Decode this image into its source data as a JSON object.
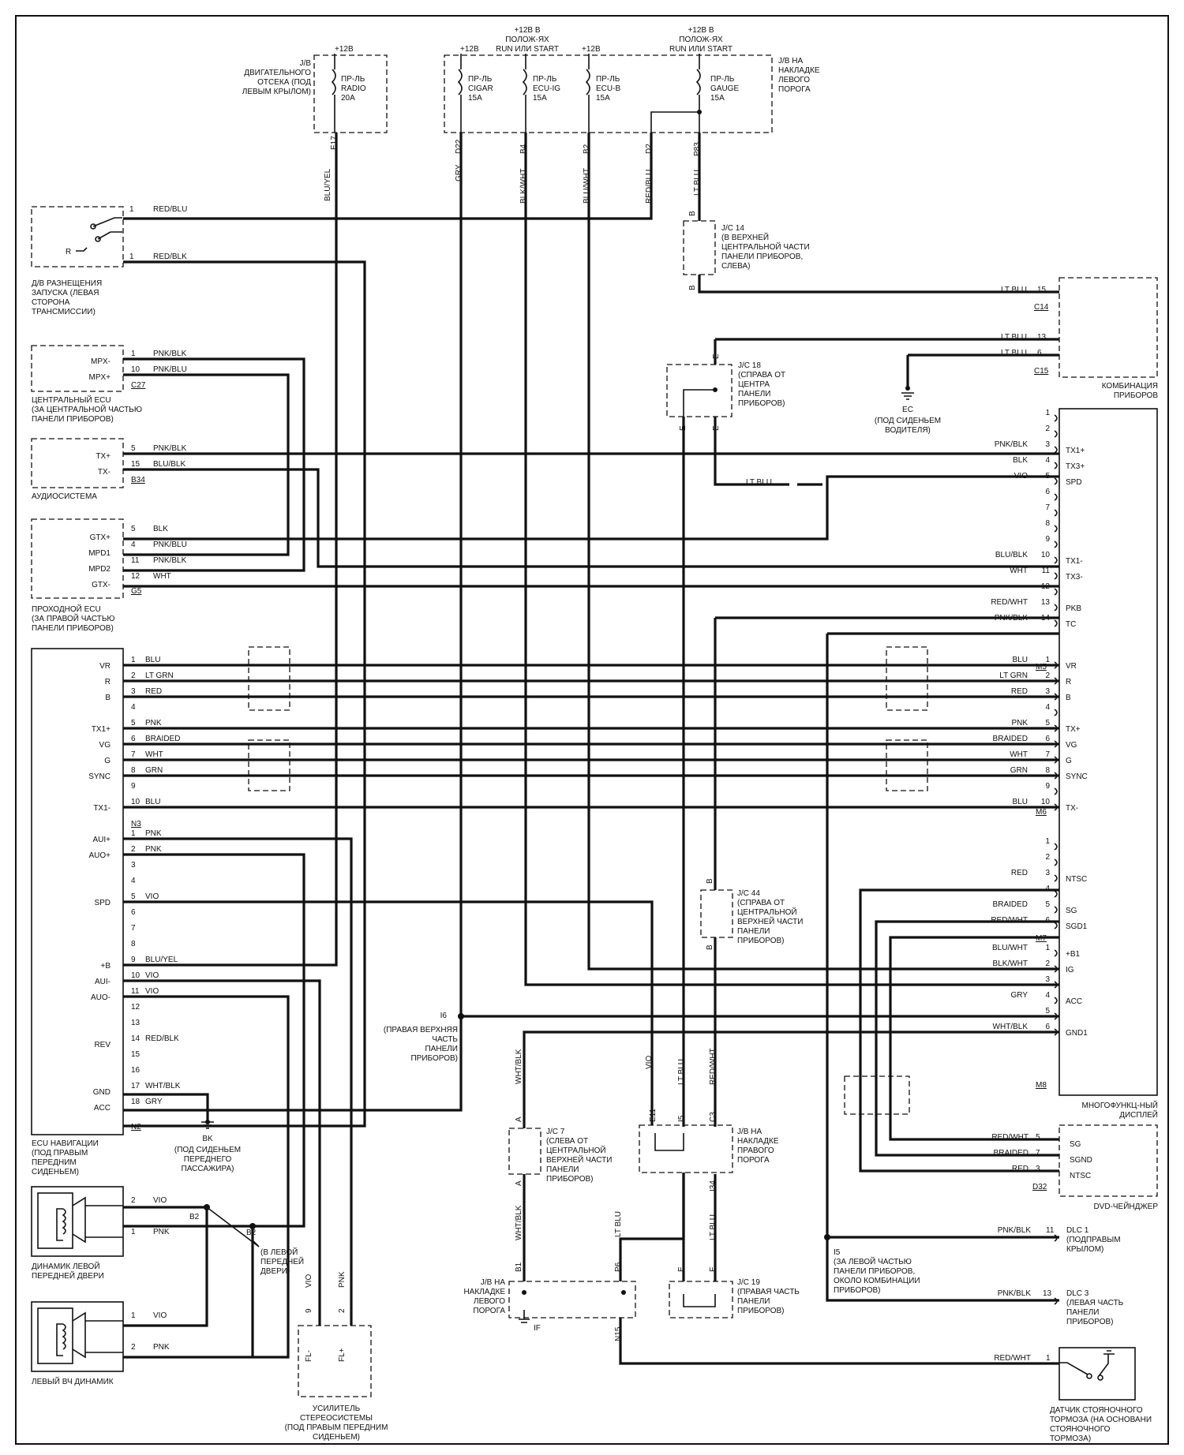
{
  "fuse_boxes": {
    "engine_jb": {
      "supply": "+12В",
      "label": [
        "J/B",
        "ДВИГАТЕЛЬНОГО",
        "ОТСЕКА (ПОД",
        "ЛЕВЫМ КРЫЛОМ)"
      ],
      "fuse": [
        "ПР-ЛЬ",
        "RADIO",
        "20A"
      ],
      "pin": "E17",
      "wire": "BLU/YEL"
    },
    "cabin_jb": {
      "label": [
        "J/B НА",
        "НАКЛАДКЕ",
        "ЛЕВОГО",
        "ПОРОГА"
      ],
      "supply_run": [
        "+12В В",
        "ПОЛОЖ-ЯХ",
        "RUN ИЛИ START"
      ],
      "supply_run2": [
        "+12В В",
        "ПОЛОЖ-ЯХ",
        "RUN ИЛИ START"
      ],
      "plus12": "+12В",
      "fuses": [
        {
          "name": [
            "ПР-ЛЬ",
            "CIGAR",
            "15A"
          ],
          "pin": "D22",
          "wire": "GRY"
        },
        {
          "name": [
            "ПР-ЛЬ",
            "ECU-IG",
            "15A"
          ],
          "pin": "B4",
          "wire": "BLK/WHT"
        },
        {
          "name": [
            "ПР-ЛЬ",
            "ECU-B",
            "15A"
          ],
          "pin": "B2",
          "wire": "BLU/WHT"
        },
        {
          "name": [
            "ПР-ЛЬ",
            "GAUGE",
            "15A"
          ],
          "pin": "P83",
          "wire": "LT BLU"
        }
      ],
      "d2_pin": "D2",
      "d2_wire": "RED/BLU"
    }
  },
  "left_components": {
    "start_switch": {
      "label": [
        "Д/В РАЗНЕЩЕНИЯ",
        "ЗАПУСКА (ЛЕВАЯ",
        "СТОРОНА",
        "ТРАНСМИССИИ)"
      ],
      "r_mark": "R",
      "pins": [
        {
          "n": "1",
          "wire": "RED/BLU"
        },
        {
          "n": "1",
          "wire": "RED/BLK"
        }
      ]
    },
    "central_ecu": {
      "label": [
        "ЦЕНТРАЛЬНЫЙ ECU",
        "(ЗА ЦЕНТРАЛЬНОЙ ЧАСТЬЮ",
        "ПАНЕЛИ ПРИБОРОВ)"
      ],
      "connector": "C27",
      "pins": [
        {
          "name": "MPX-",
          "n": "1",
          "wire": "PNK/BLK"
        },
        {
          "name": "MPX+",
          "n": "10",
          "wire": "PNK/BLU"
        }
      ]
    },
    "audio": {
      "label": [
        "АУДИОСИСТЕМА"
      ],
      "connector": "B34",
      "pins": [
        {
          "name": "TX+",
          "n": "5",
          "wire": "PNK/BLK"
        },
        {
          "name": "TX-",
          "n": "15",
          "wire": "BLU/BLK"
        }
      ]
    },
    "gateway": {
      "label": [
        "ПРОХОДНОЙ ECU",
        "(ЗА ПРАВОЙ ЧАСТЬЮ",
        "ПАНЕЛИ ПРИБОРОВ)"
      ],
      "connector": "G5",
      "pins": [
        {
          "name": "GTX+",
          "n": "5",
          "wire": "BLK"
        },
        {
          "name": "MPD1",
          "n": "4",
          "wire": "PNK/BLU"
        },
        {
          "name": "MPD2",
          "n": "11",
          "wire": "PNK/BLK"
        },
        {
          "name": "GTX-",
          "n": "12",
          "wire": "WHT"
        }
      ]
    },
    "nav_ecu": {
      "label": [
        "ECU НАВИГАЦИИ",
        "(ПОД ПРАВЫМ",
        "ПЕРЕДНИМ",
        "СИДЕНЬЕМ)"
      ],
      "connector_n3": "N3",
      "connector_n2": "N2",
      "pins_n3": [
        {
          "name": "VR",
          "n": "1",
          "wire": "BLU"
        },
        {
          "name": "R",
          "n": "2",
          "wire": "LT GRN"
        },
        {
          "name": "B",
          "n": "3",
          "wire": "RED"
        },
        {
          "name": "",
          "n": "4",
          "wire": ""
        },
        {
          "name": "TX1+",
          "n": "5",
          "wire": "PNK"
        },
        {
          "name": "VG",
          "n": "6",
          "wire": "BRAIDED"
        },
        {
          "name": "G",
          "n": "7",
          "wire": "WHT"
        },
        {
          "name": "SYNC",
          "n": "8",
          "wire": "GRN"
        },
        {
          "name": "",
          "n": "9",
          "wire": ""
        },
        {
          "name": "TX1-",
          "n": "10",
          "wire": "BLU"
        }
      ],
      "pins_n2": [
        {
          "name": "AUI+",
          "n": "1",
          "wire": "PNK"
        },
        {
          "name": "AUO+",
          "n": "2",
          "wire": "PNK"
        },
        {
          "name": "",
          "n": "3",
          "wire": ""
        },
        {
          "name": "",
          "n": "4",
          "wire": ""
        },
        {
          "name": "SPD",
          "n": "5",
          "wire": "VIO"
        },
        {
          "name": "",
          "n": "6",
          "wire": ""
        },
        {
          "name": "",
          "n": "7",
          "wire": ""
        },
        {
          "name": "",
          "n": "8",
          "wire": ""
        },
        {
          "name": "+B",
          "n": "9",
          "wire": "BLU/YEL"
        },
        {
          "name": "AUI-",
          "n": "10",
          "wire": "VIO"
        },
        {
          "name": "AUO-",
          "n": "11",
          "wire": "VIO"
        },
        {
          "name": "",
          "n": "12",
          "wire": ""
        },
        {
          "name": "",
          "n": "13",
          "wire": ""
        },
        {
          "name": "REV",
          "n": "14",
          "wire": "RED/BLK"
        },
        {
          "name": "",
          "n": "15",
          "wire": ""
        },
        {
          "name": "",
          "n": "16",
          "wire": ""
        },
        {
          "name": "GND",
          "n": "17",
          "wire": "WHT/BLK"
        },
        {
          "name": "ACC",
          "n": "18",
          "wire": "GRY"
        }
      ]
    },
    "ground_bk": {
      "name": "BK",
      "label": [
        "(ПОД СИДЕНЬЕМ",
        "ПЕРЕДНЕГО",
        "ПАССАЖИРА)"
      ]
    },
    "door_speaker": {
      "label": [
        "ДИНАМИК ЛЕВОЙ",
        "ПЕРЕДНЕЙ ДВЕРИ"
      ],
      "pins": [
        {
          "n": "2",
          "wire": "VIO"
        },
        {
          "n": "1",
          "wire": "PNK"
        }
      ]
    },
    "tweeter": {
      "label": [
        "ЛЕВЫЙ ВЧ ДИНАМИК"
      ],
      "pins": [
        {
          "n": "1",
          "wire": "VIO"
        },
        {
          "n": "2",
          "wire": "PNK"
        }
      ]
    },
    "splice_b2": {
      "a": "B2",
      "b": "B2",
      "label": [
        "(В ЛЕВОЙ",
        "ПЕРЕДНЕЙ",
        "ДВЕРИ)"
      ]
    },
    "amplifier": {
      "label": [
        "УСИЛИТЕЛЬ",
        "СТЕРЕОСИСТЕМЫ",
        "(ПОД ПРАВЫМ ПЕРЕДНИМ",
        "СИДЕНЬЕМ)"
      ],
      "pins": [
        {
          "n": "9",
          "name": "FL-",
          "wire": "VIO"
        },
        {
          "n": "2",
          "name": "FL+",
          "wire": "PNK"
        }
      ]
    }
  },
  "junctions": {
    "jc14": {
      "name": "J/C 14",
      "label": [
        "(В ВЕРХНЕЙ",
        "ЦЕНТРАЛЬНОЙ ЧАСТИ",
        "ПАНЕЛИ ПРИБОРОВ,",
        "СЛЕВА)"
      ],
      "pin": "B"
    },
    "jc18": {
      "name": "J/C 18",
      "label": [
        "(СПРАВА ОТ",
        "ЦЕНТРА",
        "ПАНЕЛИ",
        "ПРИБОРОВ)"
      ],
      "pin": "E"
    },
    "jc44": {
      "name": "J/C 44",
      "label": [
        "(СПРАВА ОТ",
        "ЦЕНТРАЛЬНОЙ",
        "ВЕРХНЕЙ ЧАСТИ",
        "ПАНЕЛИ",
        "ПРИБОРОВ)"
      ],
      "pin": "B"
    },
    "jc7": {
      "name": "J/C 7",
      "label": [
        "(СЛЕВА ОТ",
        "ЦЕНТРАЛЬНОЙ",
        "ВЕРХНЕЙ ЧАСТИ",
        "ПАНЕЛИ",
        "ПРИБОРОВ)"
      ],
      "pin": "A",
      "wire": "WHT/BLK"
    },
    "jc19": {
      "name": "J/C 19",
      "label": [
        "(ПРАВАЯ ЧАСТЬ",
        "ПАНЕЛИ",
        "ПРИБОРОВ)"
      ],
      "pin": "E"
    },
    "jb_right": {
      "label": [
        "J/B НА",
        "НАКЛАДКЕ",
        "ПРАВОГО",
        "ПОРОГА"
      ],
      "pins": [
        "E11",
        "I5",
        "C3",
        "I34"
      ],
      "wires": [
        "VIO",
        "LT BLU",
        "RED/WHT",
        "LT BLU"
      ]
    },
    "jb_left_bottom": {
      "label": [
        "J/B НА",
        "НАКЛАДКЕ",
        "ЛЕВОГО",
        "ПОРОГА"
      ],
      "pins": [
        "B1",
        "P6",
        "N15"
      ],
      "ground": "IF",
      "wire": "LT BLU"
    },
    "i6": {
      "name": "I6",
      "label": [
        "(ПРАВАЯ ВЕРХНЯЯ",
        "ЧАСТЬ",
        "ПАНЕЛИ",
        "ПРИБОРОВ)"
      ]
    },
    "i5": {
      "name": "I5",
      "label": [
        "(ЗА ЛЕВОЙ ЧАСТЬЮ",
        "ПАНЕЛИ ПРИБОРОВ,",
        "ОКОЛО КОМБИНАЦИИ",
        "ПРИБОРОВ)"
      ]
    },
    "ground_ec": {
      "name": "EC",
      "label": [
        "(ПОД СИДЕНЬЕМ",
        "ВОДИТЕЛЯ)"
      ]
    }
  },
  "right_components": {
    "cluster": {
      "label": [
        "КОМБИНАЦИЯ",
        "ПРИБОРОВ"
      ],
      "c14": {
        "connector": "C14",
        "pins": [
          {
            "n": "15",
            "wire": "LT BLU"
          }
        ]
      },
      "c15": {
        "connector": "C15",
        "pins": [
          {
            "n": "13",
            "wire": "LT BLU"
          },
          {
            "n": "6",
            "wire": "LT BLU"
          }
        ]
      }
    },
    "display": {
      "label": [
        "МНОГОФУНКЦ-НЫЙ",
        "ДИСПЛЕЙ"
      ],
      "spd_wire": "LT BLU",
      "m5": {
        "connector": "M5",
        "pins": [
          {
            "n": "1",
            "wire": "",
            "name": ""
          },
          {
            "n": "2",
            "wire": "",
            "name": ""
          },
          {
            "n": "3",
            "wire": "PNK/BLK",
            "name": "TX1+"
          },
          {
            "n": "4",
            "wire": "BLK",
            "name": "TX3+"
          },
          {
            "n": "5",
            "wire": "VIO",
            "name": "SPD"
          },
          {
            "n": "6",
            "wire": "",
            "name": ""
          },
          {
            "n": "7",
            "wire": "",
            "name": ""
          },
          {
            "n": "8",
            "wire": "",
            "name": ""
          },
          {
            "n": "9",
            "wire": "",
            "name": ""
          },
          {
            "n": "10",
            "wire": "BLU/BLK",
            "name": "TX1-"
          },
          {
            "n": "11",
            "wire": "WHT",
            "name": "TX3-"
          },
          {
            "n": "12",
            "wire": "",
            "name": ""
          },
          {
            "n": "13",
            "wire": "RED/WHT",
            "name": "PKB"
          },
          {
            "n": "14",
            "wire": "PNK/BLK",
            "name": "TC"
          }
        ]
      },
      "m6": {
        "connector": "M6",
        "pins": [
          {
            "n": "1",
            "wire": "BLU",
            "name": "VR"
          },
          {
            "n": "2",
            "wire": "LT GRN",
            "name": "R"
          },
          {
            "n": "3",
            "wire": "RED",
            "name": "B"
          },
          {
            "n": "4",
            "wire": "",
            "name": ""
          },
          {
            "n": "5",
            "wire": "PNK",
            "name": "TX+"
          },
          {
            "n": "6",
            "wire": "BRAIDED",
            "name": "VG"
          },
          {
            "n": "7",
            "wire": "WHT",
            "name": "G"
          },
          {
            "n": "8",
            "wire": "GRN",
            "name": "SYNC"
          },
          {
            "n": "9",
            "wire": "",
            "name": ""
          },
          {
            "n": "10",
            "wire": "BLU",
            "name": "TX-"
          }
        ]
      },
      "m7": {
        "connector": "M7",
        "pins": [
          {
            "n": "1",
            "wire": "",
            "name": ""
          },
          {
            "n": "2",
            "wire": "",
            "name": ""
          },
          {
            "n": "3",
            "wire": "RED",
            "name": "NTSC"
          },
          {
            "n": "4",
            "wire": "",
            "name": ""
          },
          {
            "n": "5",
            "wire": "BRAIDED",
            "name": "SG"
          },
          {
            "n": "6",
            "wire": "RED/WHT",
            "name": "SGD1"
          }
        ]
      },
      "m8": {
        "connector": "M8",
        "pins": [
          {
            "n": "1",
            "wire": "BLU/WHT",
            "name": "+B1"
          },
          {
            "n": "2",
            "wire": "BLK/WHT",
            "name": "IG"
          },
          {
            "n": "3",
            "wire": "",
            "name": ""
          },
          {
            "n": "4",
            "wire": "GRY",
            "name": "ACC"
          },
          {
            "n": "5",
            "wire": "",
            "name": ""
          },
          {
            "n": "6",
            "wire": "WHT/BLK",
            "name": "GND1"
          }
        ]
      }
    },
    "dvd": {
      "label": [
        "DVD-ЧЕЙНДЖЕР"
      ],
      "connector": "D32",
      "pins": [
        {
          "n": "5",
          "wire": "RED/WHT",
          "name": "SG"
        },
        {
          "n": "7",
          "wire": "BRAIDED",
          "name": "SGND"
        },
        {
          "n": "3",
          "wire": "RED",
          "name": "NTSC"
        }
      ]
    },
    "dlc1": {
      "name": "DLC 1",
      "pin": "11",
      "wire": "PNK/BLK",
      "label": [
        "(ПОДПРАВЫМ",
        "КРЫЛОМ)"
      ]
    },
    "dlc3": {
      "name": "DLC 3",
      "pin": "13",
      "wire": "PNK/BLK",
      "label": [
        "(ЛЕВАЯ ЧАСТЬ",
        "ПАНЕЛИ",
        "ПРИБОРОВ)"
      ]
    },
    "parking_sensor": {
      "pin": "1",
      "wire": "RED/WHT",
      "label": [
        "ДАТЧИК СТОЯНОЧНОГО",
        "ТОРМОЗА (НА ОСНОВАНИ",
        "СТОЯНОЧНОГО",
        "ТОРМОЗА)"
      ]
    }
  }
}
